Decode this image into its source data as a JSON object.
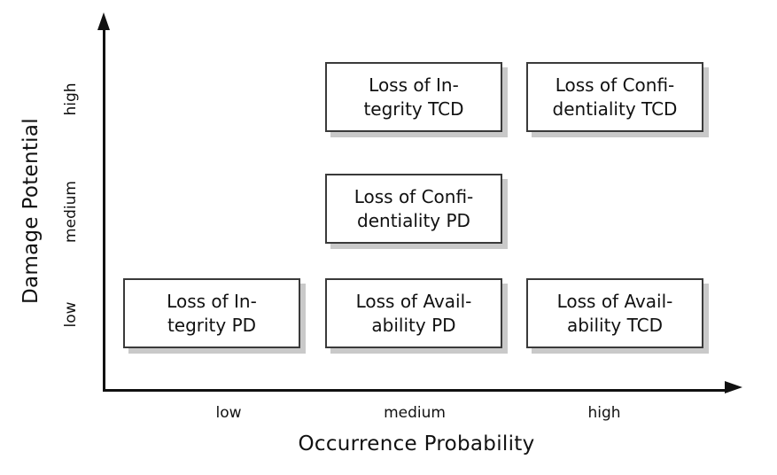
{
  "chart_data": {
    "type": "table",
    "title": "",
    "xlabel": "Occurrence Probability",
    "ylabel": "Damage Potential",
    "x_categories": [
      "low",
      "medium",
      "high"
    ],
    "y_categories": [
      "low",
      "medium",
      "high"
    ],
    "grid": false,
    "legend": "none",
    "cells": [
      {
        "id": "loss-of-integrity-tcd",
        "occurrence_probability": "medium",
        "damage_potential": "high",
        "label": "Loss of In-\ntegrity TCD",
        "text": "Loss of Integrity TCD"
      },
      {
        "id": "loss-of-confidentiality-tcd",
        "occurrence_probability": "high",
        "damage_potential": "high",
        "label": "Loss of Confi-\ndentiality TCD",
        "text": "Loss of Confidentiality TCD"
      },
      {
        "id": "loss-of-confidentiality-pd",
        "occurrence_probability": "medium",
        "damage_potential": "medium",
        "label": "Loss of Confi-\ndentiality PD",
        "text": "Loss of Confidentiality PD"
      },
      {
        "id": "loss-of-integrity-pd",
        "occurrence_probability": "low",
        "damage_potential": "low",
        "label": "Loss of In-\ntegrity PD",
        "text": "Loss of Integrity PD"
      },
      {
        "id": "loss-of-availability-pd",
        "occurrence_probability": "medium",
        "damage_potential": "low",
        "label": "Loss of Avail-\nability PD",
        "text": "Loss of Availability PD"
      },
      {
        "id": "loss-of-availability-tcd",
        "occurrence_probability": "high",
        "damage_potential": "low",
        "label": "Loss of Avail-\nability TCD",
        "text": "Loss of Availability TCD"
      }
    ]
  },
  "axes": {
    "y": {
      "title": "Damage Potential",
      "ticks": [
        "low",
        "medium",
        "high"
      ],
      "arrow": "up-arrow-icon"
    },
    "x": {
      "title": "Occurrence Probability",
      "ticks": [
        "low",
        "medium",
        "high"
      ],
      "arrow": "right-arrow-icon"
    }
  },
  "colors": {
    "background": "#ffffff",
    "axis": "#111111",
    "box_border": "#3a3a3a",
    "box_fill": "#ffffff",
    "box_shadow": "#c9c9c9",
    "text": "#111111"
  }
}
